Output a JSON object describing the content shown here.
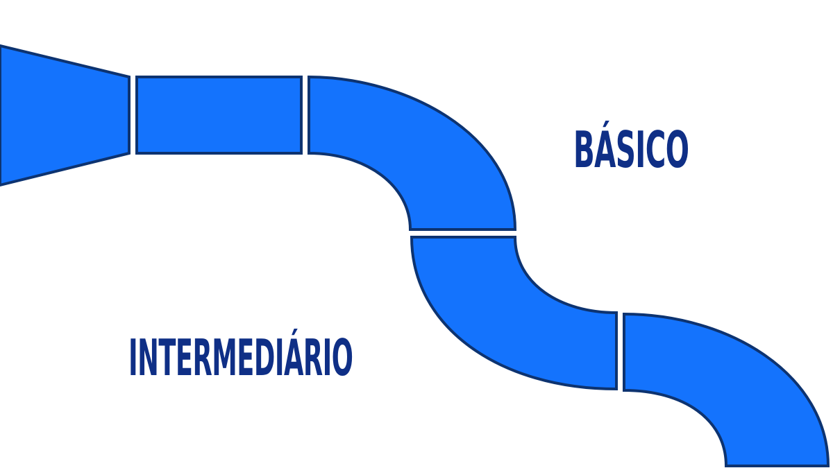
{
  "colors": {
    "background": "#ffffff",
    "pipe_fill": "#1473fd",
    "pipe_stroke": "#0d3370",
    "label": "#0f2f86"
  },
  "labels": {
    "basico": "BÁSICO",
    "intermediario": "INTERMEDIÁRIO"
  },
  "pipeline": {
    "segments": [
      {
        "kind": "funnel"
      },
      {
        "kind": "straight"
      },
      {
        "kind": "curve"
      },
      {
        "kind": "curve"
      },
      {
        "kind": "curve"
      }
    ]
  }
}
